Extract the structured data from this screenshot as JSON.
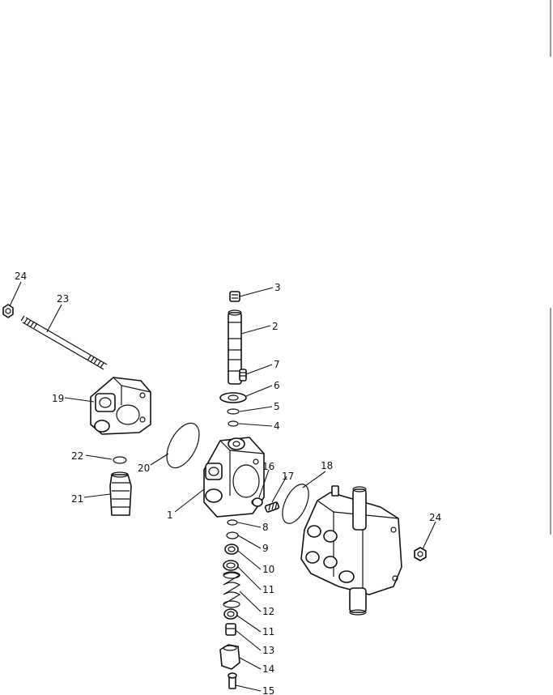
{
  "callouts": {
    "c1": "1",
    "c2": "2",
    "c3": "3",
    "c4": "4",
    "c5": "5",
    "c6": "6",
    "c7": "7",
    "c8": "8",
    "c9": "9",
    "c10": "10",
    "c11a": "11",
    "c11b": "11",
    "c12": "12",
    "c13": "13",
    "c14": "14",
    "c15": "15",
    "c16": "16",
    "c17": "17",
    "c18": "18",
    "c19": "19",
    "c20": "20",
    "c21": "21",
    "c22": "22",
    "c23": "23",
    "c24a": "24",
    "c24b": "24"
  }
}
